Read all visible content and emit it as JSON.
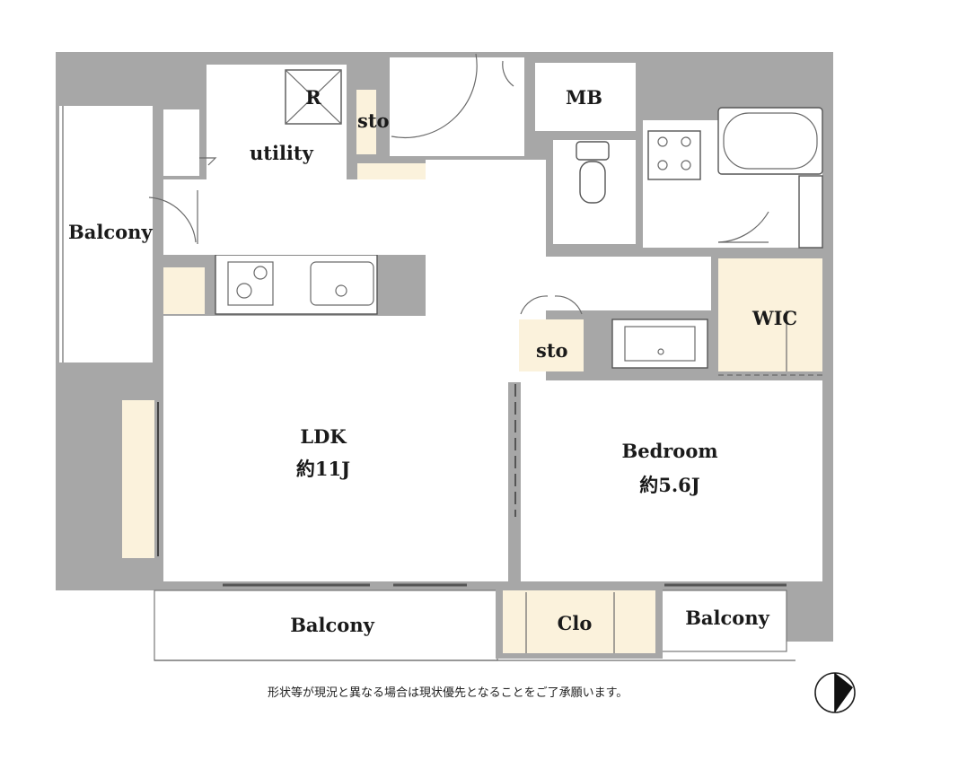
{
  "rooms": {
    "ldk_name": "LDK",
    "ldk_size": "約11J",
    "bedroom_name": "Bedroom",
    "bedroom_size": "約5.6J",
    "balcony_west": "Balcony",
    "balcony_south_ldk": "Balcony",
    "balcony_south_bedroom": "Balcony",
    "utility": "utility",
    "mb": "MB",
    "wic": "WIC",
    "sto_upper": "sto",
    "sto_lower": "sto",
    "clo": "Clo",
    "refrigerator_mark": "R"
  },
  "footer_note": "形状等が現況と異なる場合は現状優先となることをご了承願います。",
  "colors": {
    "wall": "#a7a7a7",
    "storage_highlight": "#fbf2dc"
  },
  "icons": [
    "north-arrow-icon",
    "stove-icon",
    "sink-icon",
    "toilet-icon",
    "bathtub-icon",
    "washbasin-icon",
    "washing-machine-pan-icon"
  ]
}
